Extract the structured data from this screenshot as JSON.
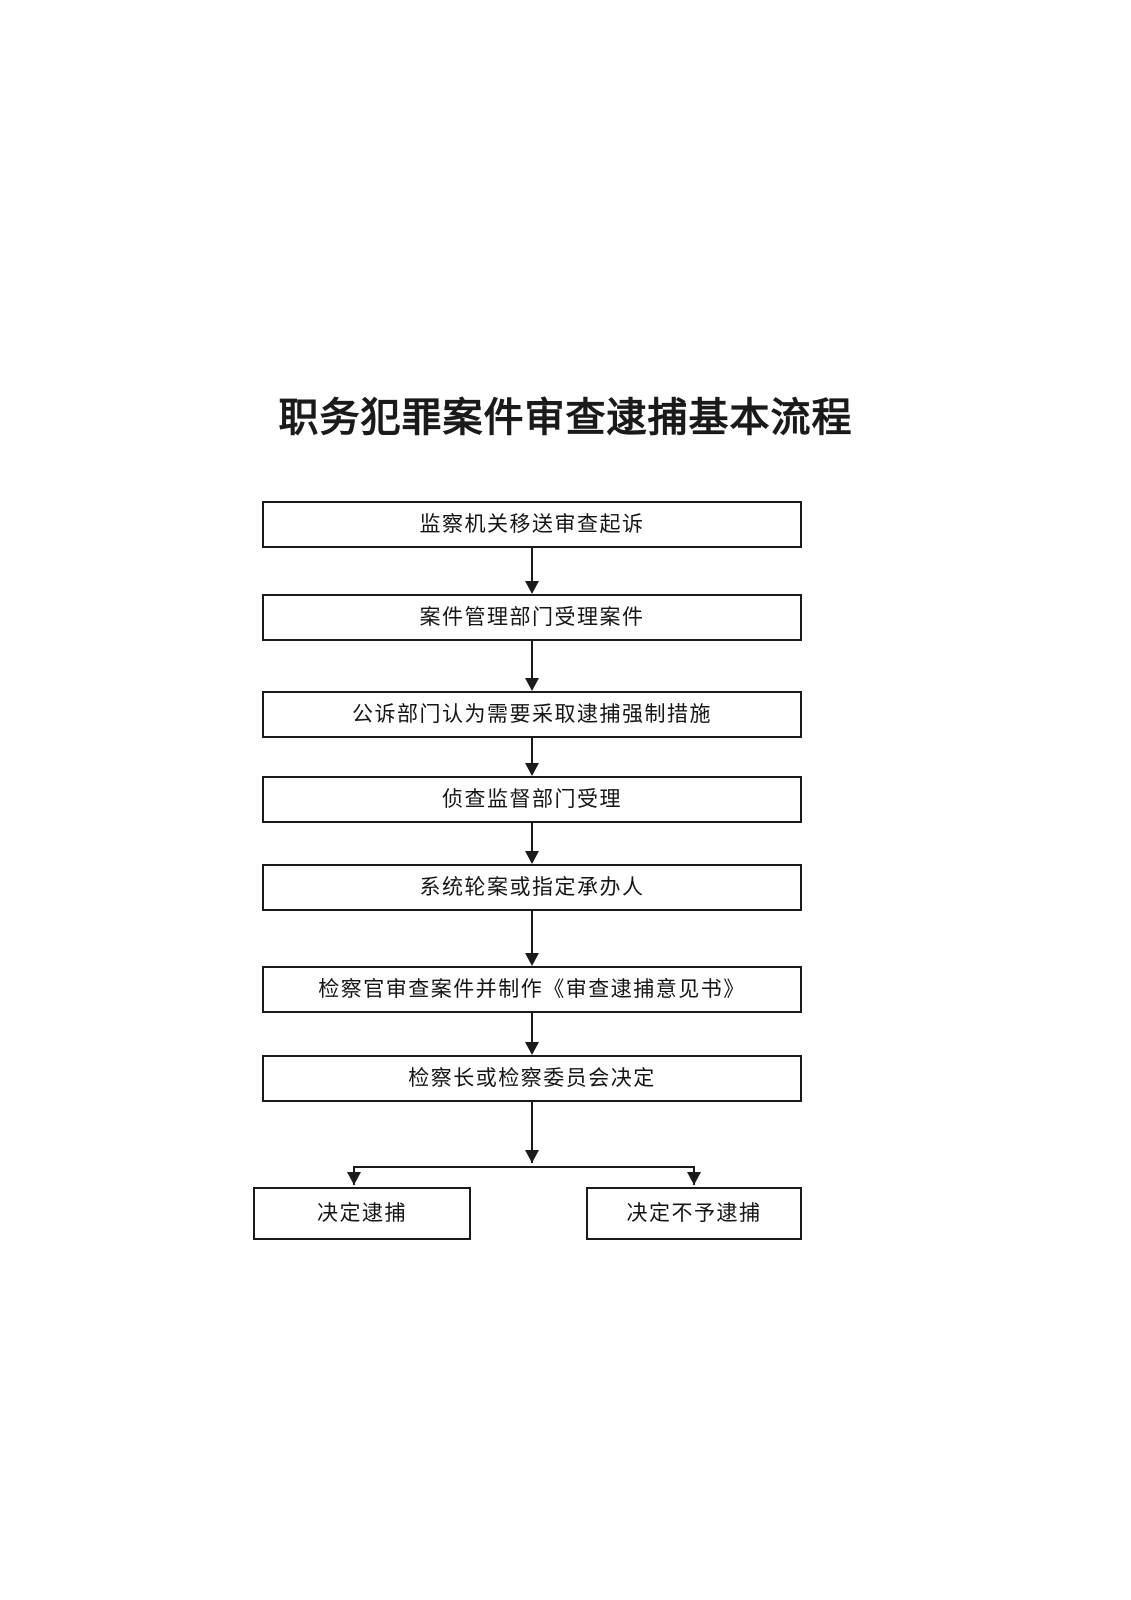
{
  "document": {
    "title": "职务犯罪案件审查逮捕基本流程"
  },
  "flowchart": {
    "type": "flowchart",
    "orientation": "top-to-bottom",
    "steps": [
      {
        "id": "step-1",
        "label": "监察机关移送审查起诉"
      },
      {
        "id": "step-2",
        "label": "案件管理部门受理案件"
      },
      {
        "id": "step-3",
        "label": "公诉部门认为需要采取逮捕强制措施"
      },
      {
        "id": "step-4",
        "label": "侦查监督部门受理"
      },
      {
        "id": "step-5",
        "label": "系统轮案或指定承办人"
      },
      {
        "id": "step-6",
        "label": "检察官审查案件并制作《审查逮捕意见书》"
      },
      {
        "id": "step-7",
        "label": "检察长或检察委员会决定"
      }
    ],
    "outcomes": [
      {
        "id": "outcome-arrest",
        "label": "决定逮捕"
      },
      {
        "id": "outcome-no-arrest",
        "label": "决定不予逮捕"
      }
    ],
    "colors": {
      "box_border": "#1a1a1a",
      "box_fill": "#ffffff",
      "text": "#151515",
      "connector": "#1a1a1a",
      "page_background": "#ffffff"
    }
  }
}
